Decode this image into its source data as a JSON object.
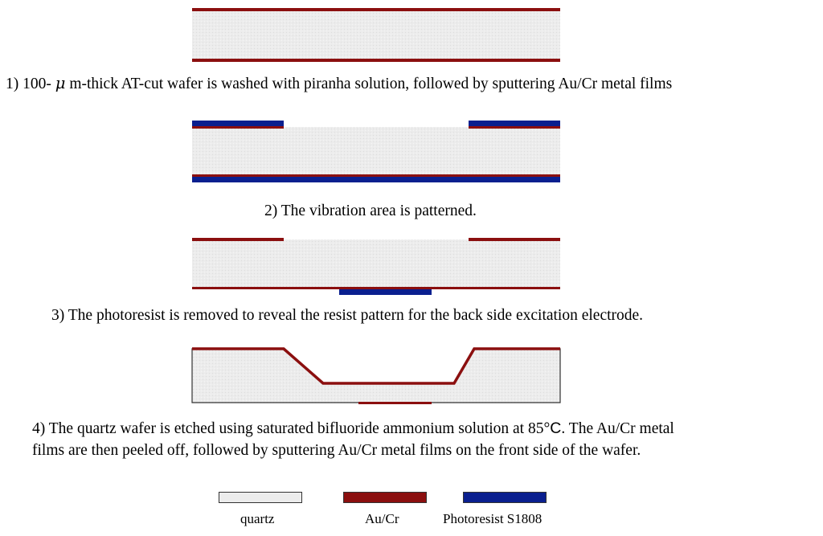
{
  "colors": {
    "quartz_fill": "#ececec",
    "quartz_border": "#333333",
    "au_cr": "#8b0f0f",
    "photoresist": "#0a1f8f"
  },
  "captions": {
    "step1_prefix": "1) 100-",
    "step1_mu": "μ",
    "step1_rest": "m-thick AT-cut wafer is washed with piranha solution, followed by sputtering Au/Cr metal films",
    "step2": "2) The vibration area is patterned.",
    "step3": "3) The photoresist is removed to reveal the resist pattern for the back side excitation electrode.",
    "step4_line1_prefix": "4) The quartz wafer is etched using saturated bifluoride ammonium solution at 85",
    "step4_deg": "°",
    "step4_unit": "C",
    "step4_line1_end": ". The Au/Cr metal",
    "step4_line2": "films are then peeled off, followed by sputtering Au/Cr metal films on the front side of the wafer."
  },
  "legend": [
    {
      "key": "quartz",
      "label": "quartz"
    },
    {
      "key": "au_cr",
      "label": "Au/Cr"
    },
    {
      "key": "photoresist",
      "label": "Photoresist S1808"
    }
  ]
}
